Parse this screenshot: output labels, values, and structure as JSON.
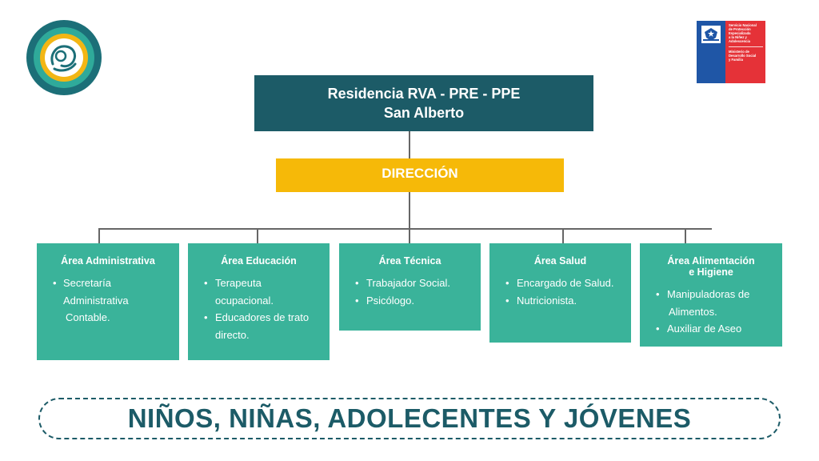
{
  "header": {
    "title_line1": "Residencia RVA - PRE - PPE",
    "title_line2": "San Alberto"
  },
  "direction": {
    "label": "DIRECCIÓN"
  },
  "gov_logo": {
    "line1": "Servicio Nacional",
    "line2": "de Protección",
    "line3": "Especializada",
    "line4": "a la Niñez y",
    "line5": "Adolescencia",
    "line6": "Ministerio de",
    "line7": "Desarrollo Social",
    "line8": "y Familia"
  },
  "areas": [
    {
      "title": "Área Administrativa",
      "items": [
        "Secretaría",
        "Administrativa",
        "Contable."
      ]
    },
    {
      "title": "Área Educación",
      "items": [
        "Terapeuta",
        "ocupacional.",
        "Educadores de trato",
        "directo."
      ]
    },
    {
      "title": "Área Técnica",
      "items": [
        "Trabajador Social.",
        "Psicólogo."
      ]
    },
    {
      "title": "Área Salud",
      "items": [
        "Encargado de Salud.",
        "Nutricionista."
      ]
    },
    {
      "title_line1": "Área Alimentación",
      "title_line2": "e Higiene",
      "items": [
        "Manipuladoras de",
        "Alimentos.",
        "Auxiliar de Aseo"
      ]
    }
  ],
  "footer": {
    "banner": "NIÑOS, NIÑAS, ADOLECENTES Y JÓVENES"
  },
  "colors": {
    "title_bg": "#1c5b67",
    "direction_bg": "#f6b908",
    "area_bg": "#3ab39a",
    "banner_text": "#1c5b67"
  },
  "icons": {
    "left_logo": "embrace-logo-icon",
    "gov_emblem": "chile-coat-of-arms-icon"
  }
}
